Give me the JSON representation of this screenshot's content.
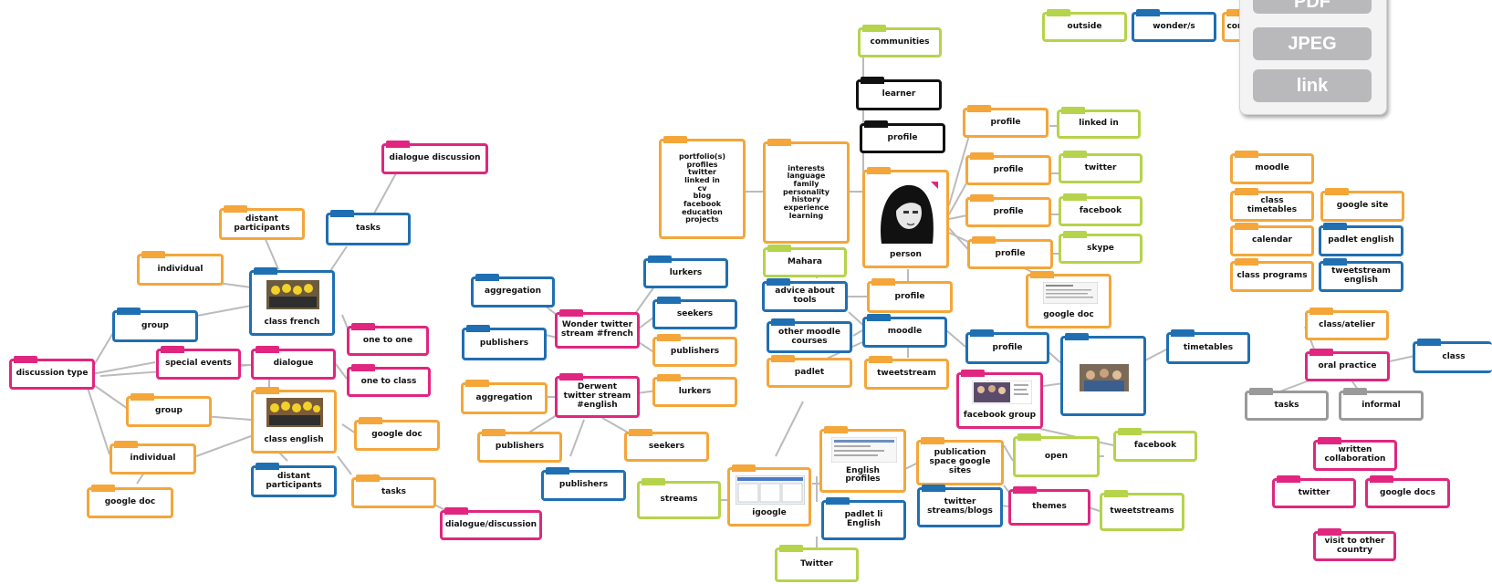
{
  "export_menu": {
    "pdf_label": "PDF",
    "jpeg_label": "JPEG",
    "link_label": "link"
  },
  "nodes": {
    "communities": "communities",
    "learner": "learner",
    "profile_main": "profile",
    "portfolios": "portfolio(s)\nprofiles\ntwitter\nlinked in\ncv\nblog\nfacebook\neducation\nprojects",
    "interests": "interests\nlanguage\nfamily\npersonality\nhistory\nexperience\nlearning",
    "person": "person",
    "profile_linkedin": "profile",
    "linked_in": "linked in",
    "profile_twitter": "profile",
    "twitter_top": "twitter",
    "profile_facebook": "profile",
    "facebook_top": "facebook",
    "profile_skype": "profile",
    "skype": "skype",
    "google_doc_profile": "google doc",
    "mahara": "Mahara",
    "advice_tools": "advice about\ntools",
    "profile_moodle": "profile",
    "other_moodle": "other moodle\ncourses",
    "moodle_center": "moodle",
    "padlet": "padlet",
    "tweetstream_center": "tweetstream",
    "profile_group": "profile",
    "photo_group": "",
    "timetables": "timetables",
    "facebook_group": "facebook group",
    "facebook_right": "facebook",
    "publication_space": "publication\nspace google\nsites",
    "open": "open",
    "english_profiles": "English\nprofiles",
    "twitter_streams_blogs": "twitter\nstreams/blogs",
    "themes": "themes",
    "tweetstreams": "tweetstreams",
    "padlet_english": "padlet li English",
    "twitter_bottom": "Twitter",
    "igoogle": "igoogle",
    "streams": "streams",
    "aggregation_top": "aggregation",
    "publishers_left": "publishers",
    "wonder_french": "Wonder twitter\nstream #french",
    "lurkers_top": "lurkers",
    "seekers_top": "seekers",
    "publishers_mid": "publishers",
    "aggregation_mid": "aggregation",
    "derwent_english": "Derwent\ntwitter stream\n#english",
    "lurkers_mid": "lurkers",
    "publishers_lower": "publishers",
    "seekers_lower": "seekers",
    "publishers_bottom": "publishers",
    "dialogue_discussion_top": "dialogue discussion",
    "tasks_top": "tasks",
    "distant_participants_top": "distant\nparticipants",
    "individual_top": "individual",
    "class_french": "class french",
    "group_top": "group",
    "one_to_one": "one to one",
    "special_events": "special events",
    "dialogue": "dialogue",
    "discussion_type": "discussion type",
    "one_to_class": "one to class",
    "group_mid": "group",
    "class_english": "class english",
    "google_doc_left": "google doc",
    "individual_lower": "individual",
    "distant_participants_lower": "distant\nparticipants",
    "tasks_lower": "tasks",
    "google_doc_bottom": "google doc",
    "dialogue_discussion_bottom": "dialogue/discussion",
    "outside": "outside",
    "wonder_ws": "wonder/s",
    "comment": "comment",
    "moodle_right": "moodle",
    "class_timetables": "class timetables",
    "google_site": "google site",
    "calendar": "calendar",
    "padlet_english_right": "padlet english",
    "class_programs": "class programs",
    "tweetstream_english": "tweetstream\nenglish",
    "class_atelier": "class/atelier",
    "oral_practice": "oral practice",
    "class_right": "class",
    "tasks_right": "tasks",
    "informal": "informal",
    "written_collab": "written\ncollaboration",
    "twitter_right": "twitter",
    "google_docs_right": "google docs",
    "visit_country": "visit to other\ncountry"
  },
  "colors": {
    "orange": "#f4a63a",
    "blue": "#1f6fb2",
    "magenta": "#e0267f",
    "lime": "#b5d34b",
    "black": "#111111",
    "gray": "#9a9a9a",
    "edge": "#bbbbbb"
  },
  "icons": {
    "person_photo": "portrait-photo-icon",
    "class_photo": "group-photo-icon",
    "doc_thumbnail": "document-thumbnail-icon",
    "web_thumbnail": "webpage-thumbnail-icon"
  }
}
